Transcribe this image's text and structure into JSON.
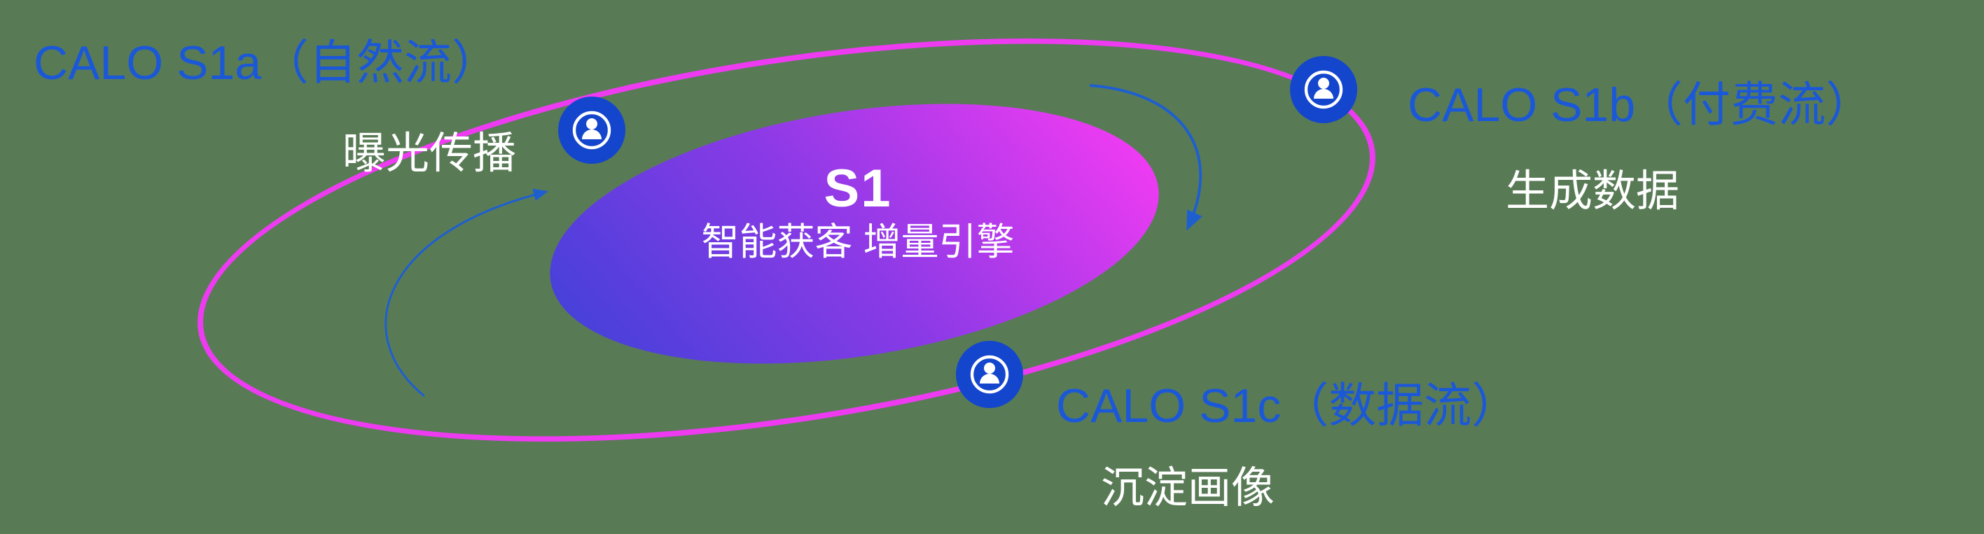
{
  "background": "#587b56",
  "core": {
    "title": "S1",
    "subtitle": "智能获客  增量引擎"
  },
  "orbit": {
    "ring_color": "#ee3bf2",
    "gradient_start": "#3d41d8",
    "gradient_mid": "#8b3ae6",
    "gradient_end": "#ef3bf2"
  },
  "nodes": {
    "s1a": {
      "title": "CALO S1a（自然流）",
      "subtitle": "曝光传播",
      "icon": "person-icon"
    },
    "s1b": {
      "title": "CALO S1b（付费流）",
      "subtitle": "生成数据",
      "icon": "person-icon"
    },
    "s1c": {
      "title": "CALO S1c（数据流）",
      "subtitle": "沉淀画像",
      "icon": "person-icon"
    }
  },
  "colors": {
    "label_blue": "#1b58d8",
    "node_blue": "#1445cd",
    "arrow_blue": "#1e5fd0",
    "subtitle_white": "#ffffff"
  }
}
